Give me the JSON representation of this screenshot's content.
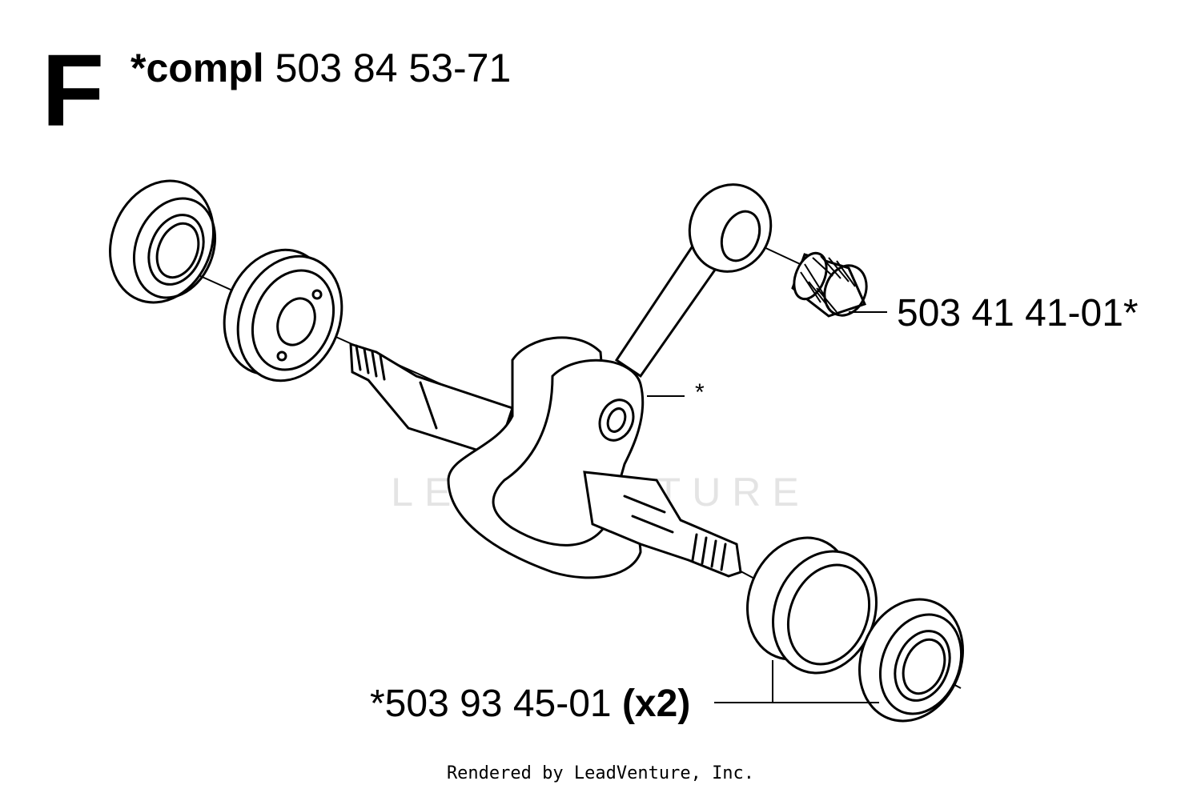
{
  "header": {
    "section_letter": "F",
    "compl_prefix": "*compl",
    "compl_part_number": "503 84 53-71"
  },
  "callouts": {
    "needle_bearing": "503 41 41-01*",
    "crankshaft_marker": "*",
    "main_bearing_part": "*503 93 45-01",
    "main_bearing_qty": "(x2)"
  },
  "watermark": "LEADVENTURE",
  "footer": "Rendered by LeadVenture, Inc."
}
